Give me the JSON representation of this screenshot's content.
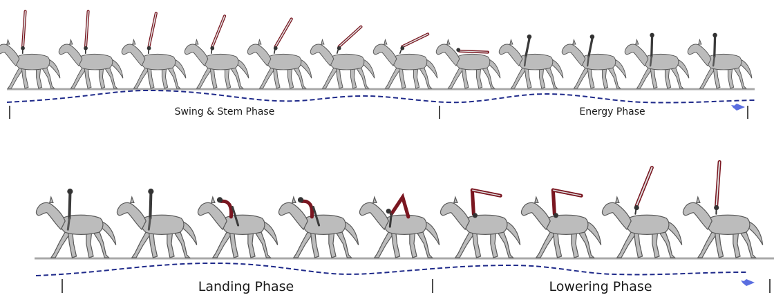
{
  "rows": [
    {
      "phases": [
        {
          "label": "Swing & Stem Phase"
        },
        {
          "label": "Energy Phase"
        }
      ],
      "figures": [
        {
          "pose": "handstand-vertical"
        },
        {
          "pose": "handstand-vertical"
        },
        {
          "pose": "handstand-tilt-slight"
        },
        {
          "pose": "handstand-tilt"
        },
        {
          "pose": "handstand-tilt-more"
        },
        {
          "pose": "lowering-steep"
        },
        {
          "pose": "lowering-low"
        },
        {
          "pose": "lying-flat"
        },
        {
          "pose": "sitting-up"
        },
        {
          "pose": "sitting-up"
        },
        {
          "pose": "seated-upright"
        },
        {
          "pose": "seated-upright"
        }
      ]
    },
    {
      "phases": [
        {
          "label": "Landing Phase"
        },
        {
          "label": "Lowering Phase"
        }
      ],
      "figures": [
        {
          "pose": "seated-upright"
        },
        {
          "pose": "seated-upright"
        },
        {
          "pose": "crouch-forward"
        },
        {
          "pose": "crouch-forward"
        },
        {
          "pose": "lift-off"
        },
        {
          "pose": "pike-raised"
        },
        {
          "pose": "pike-raised"
        },
        {
          "pose": "handstand-tilt"
        },
        {
          "pose": "handstand-vertical"
        }
      ]
    }
  ],
  "colors": {
    "horse": "#bcbcbc",
    "horse_stroke": "#5a5a5a",
    "rider": "#7a1620",
    "ground": "#a8a8a8",
    "curve": "#1f2a8a",
    "arrow": "#5a6ee0",
    "tick": "#222222",
    "text": "#1a1a1a"
  }
}
